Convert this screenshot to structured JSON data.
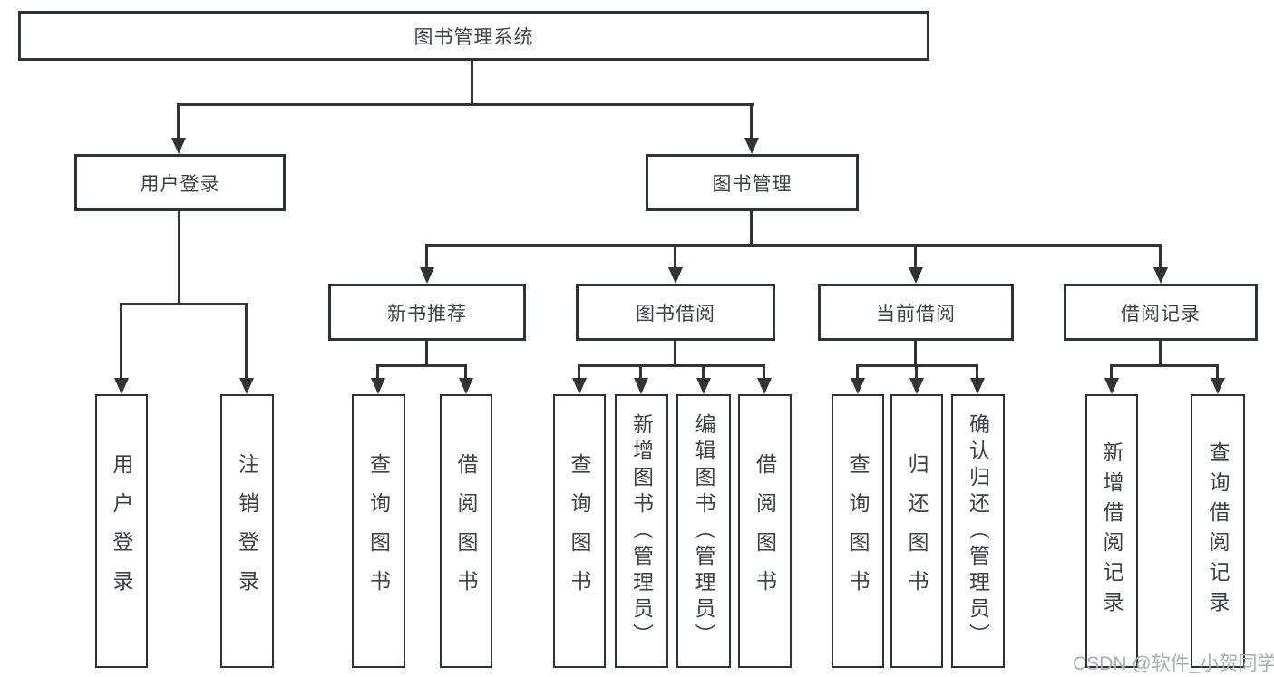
{
  "diagram": {
    "kind": "hierarchy-diagram",
    "colors": {
      "background": "#ffffff",
      "line": "#333333",
      "box_border": "#2f3235",
      "text": "#3c4148",
      "watermark": "#a9acb2"
    }
  },
  "tree": {
    "root": "图书管理系统",
    "children": [
      {
        "label": "用户登录",
        "children": [
          {
            "label": "用户登录"
          },
          {
            "label": "注销登录"
          }
        ]
      },
      {
        "label": "图书管理",
        "children": [
          {
            "label": "新书推荐",
            "children": [
              {
                "label": "查询图书"
              },
              {
                "label": "借阅图书"
              }
            ]
          },
          {
            "label": "图书借阅",
            "children": [
              {
                "label": "查询图书"
              },
              {
                "label": "新增图书（管理员）"
              },
              {
                "label": "编辑图书（管理员）"
              },
              {
                "label": "借阅图书"
              }
            ]
          },
          {
            "label": "当前借阅",
            "children": [
              {
                "label": "查询图书"
              },
              {
                "label": "归还图书"
              },
              {
                "label": "确认归还（管理员）"
              }
            ]
          },
          {
            "label": "借阅记录",
            "children": [
              {
                "label": "新增借阅记录"
              },
              {
                "label": "查询借阅记录"
              }
            ]
          }
        ]
      }
    ]
  },
  "watermark": {
    "text": "CSDN @软件_小贺同学"
  }
}
